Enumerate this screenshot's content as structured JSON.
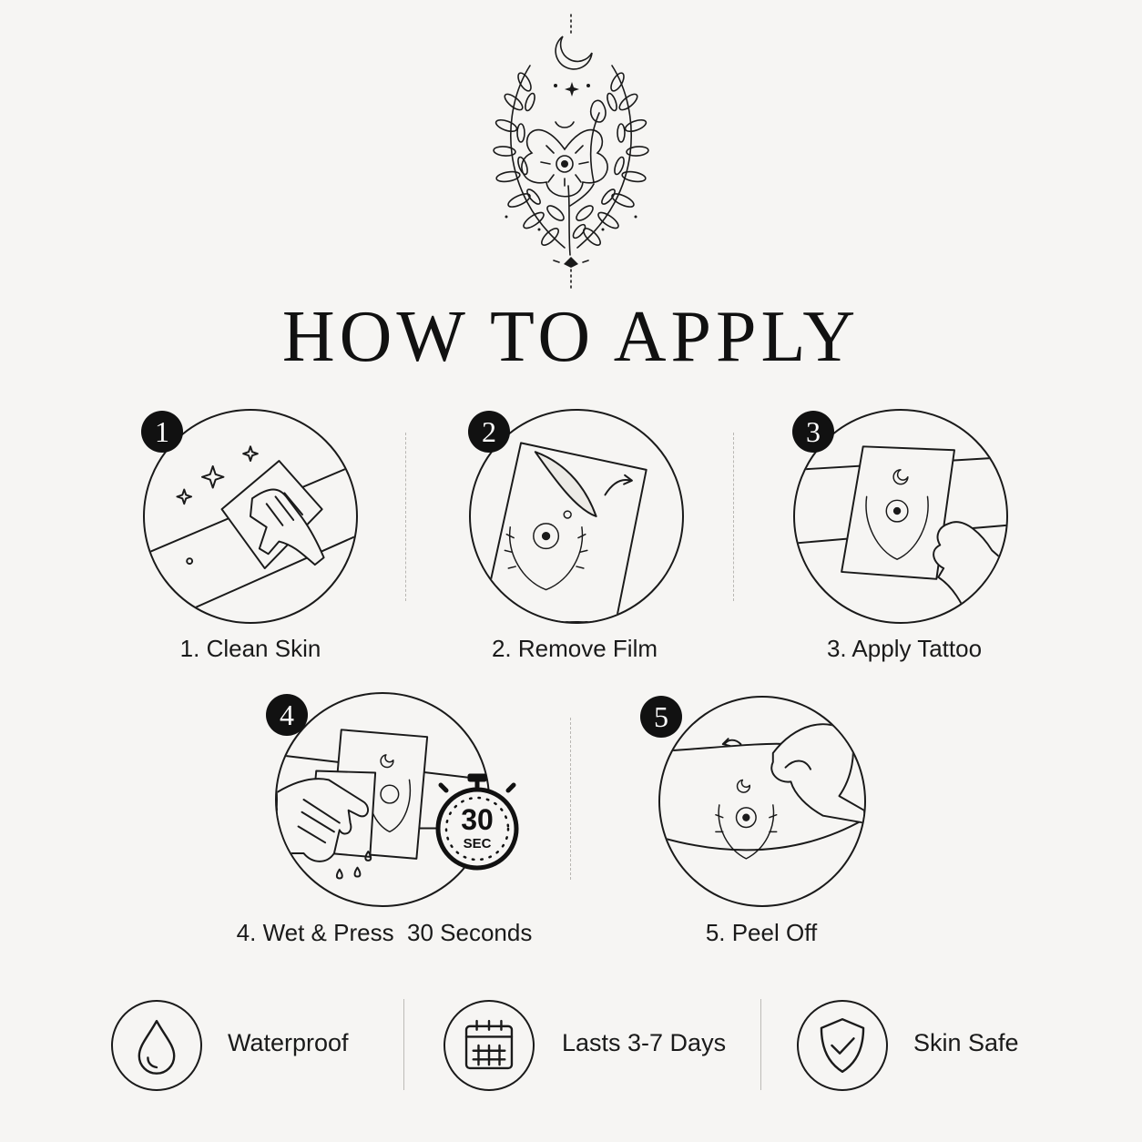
{
  "title": "HOW TO APPLY",
  "steps": [
    {
      "number": "1",
      "label": "1. Clean Skin"
    },
    {
      "number": "2",
      "label": "2. Remove Film"
    },
    {
      "number": "3",
      "label": "3. Apply Tattoo"
    },
    {
      "number": "4",
      "label": "4. Wet & Press  30 Seconds",
      "timer_value": "30",
      "timer_unit": "SEC"
    },
    {
      "number": "5",
      "label": "5. Peel Off"
    }
  ],
  "features": [
    {
      "label": "Waterproof",
      "icon": "water-drop-icon"
    },
    {
      "label": "Lasts 3-7 Days",
      "icon": "calendar-icon"
    },
    {
      "label": "Skin Safe",
      "icon": "shield-check-icon"
    }
  ],
  "colors": {
    "background": "#f6f5f3",
    "ink": "#141414",
    "divider": "#b9b7b3"
  }
}
